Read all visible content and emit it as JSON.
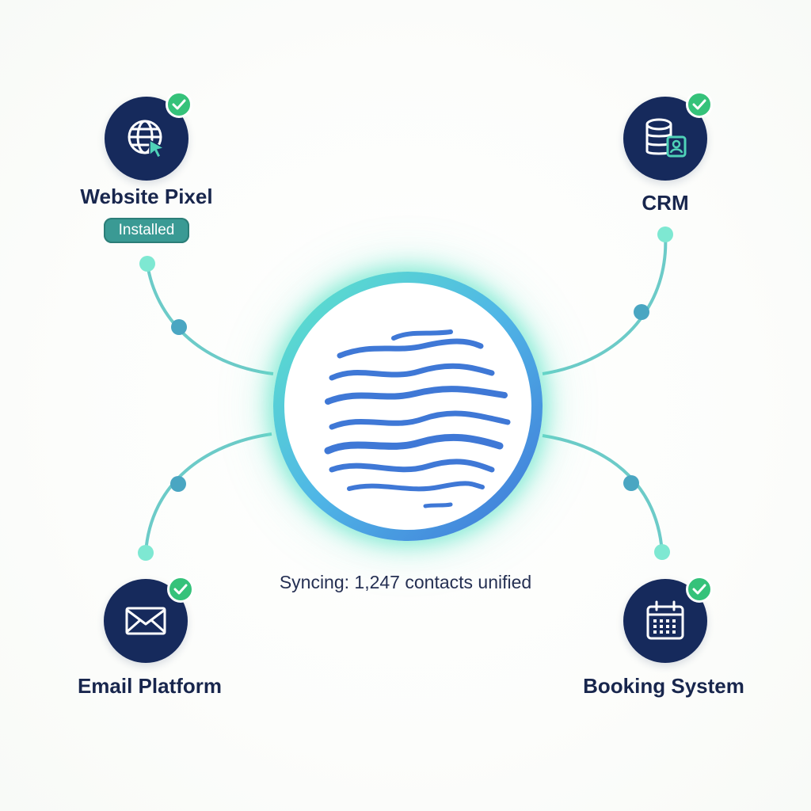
{
  "hub": {
    "icon": "wave-lines-icon",
    "status_text": "Syncing: 1,247 contacts unified"
  },
  "nodes": [
    {
      "id": "website",
      "label": "Website Pixel",
      "icon": "globe-cursor-icon",
      "badge": "Installed",
      "checked": true
    },
    {
      "id": "crm",
      "label": "CRM",
      "icon": "database-contact-icon",
      "checked": true
    },
    {
      "id": "email",
      "label": "Email Platform",
      "icon": "envelope-icon",
      "checked": true
    },
    {
      "id": "booking",
      "label": "Booking System",
      "icon": "calendar-icon",
      "checked": true
    }
  ],
  "colors": {
    "node_fill": "#162a5c",
    "check": "#35c27a",
    "connector": "#5fc8c8",
    "badge": "#3a9a94",
    "hub_ring_start": "#5ee6c8",
    "hub_ring_end": "#3f74d8"
  }
}
